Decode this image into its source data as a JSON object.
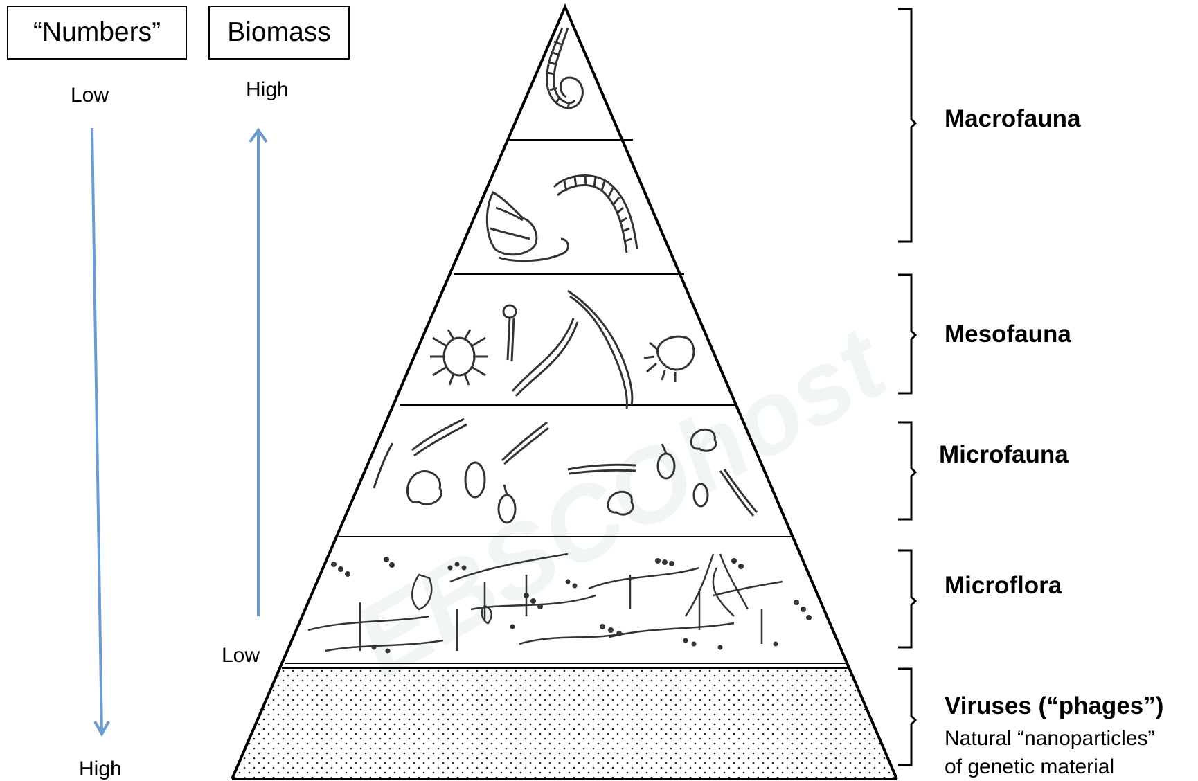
{
  "header": {
    "numbers_label": "“Numbers”",
    "biomass_label": "Biomass"
  },
  "numbers_axis": {
    "top_label": "Low",
    "bottom_label": "High",
    "direction": "down"
  },
  "biomass_axis": {
    "top_label": "High",
    "bottom_label": "Low",
    "direction": "up"
  },
  "groups": {
    "macrofauna": "Macrofauna",
    "mesofauna": "Mesofauna",
    "microfauna": "Microfauna",
    "microflora": "Microflora",
    "viruses": "Viruses (“phages”)",
    "viruses_note_line1": "Natural “nanoparticles”",
    "viruses_note_line2": "of genetic material"
  },
  "watermark": "EBSCOhost",
  "colors": {
    "arrow": "#6c9bd1",
    "outline": "#000000",
    "drawing": "#333333"
  }
}
